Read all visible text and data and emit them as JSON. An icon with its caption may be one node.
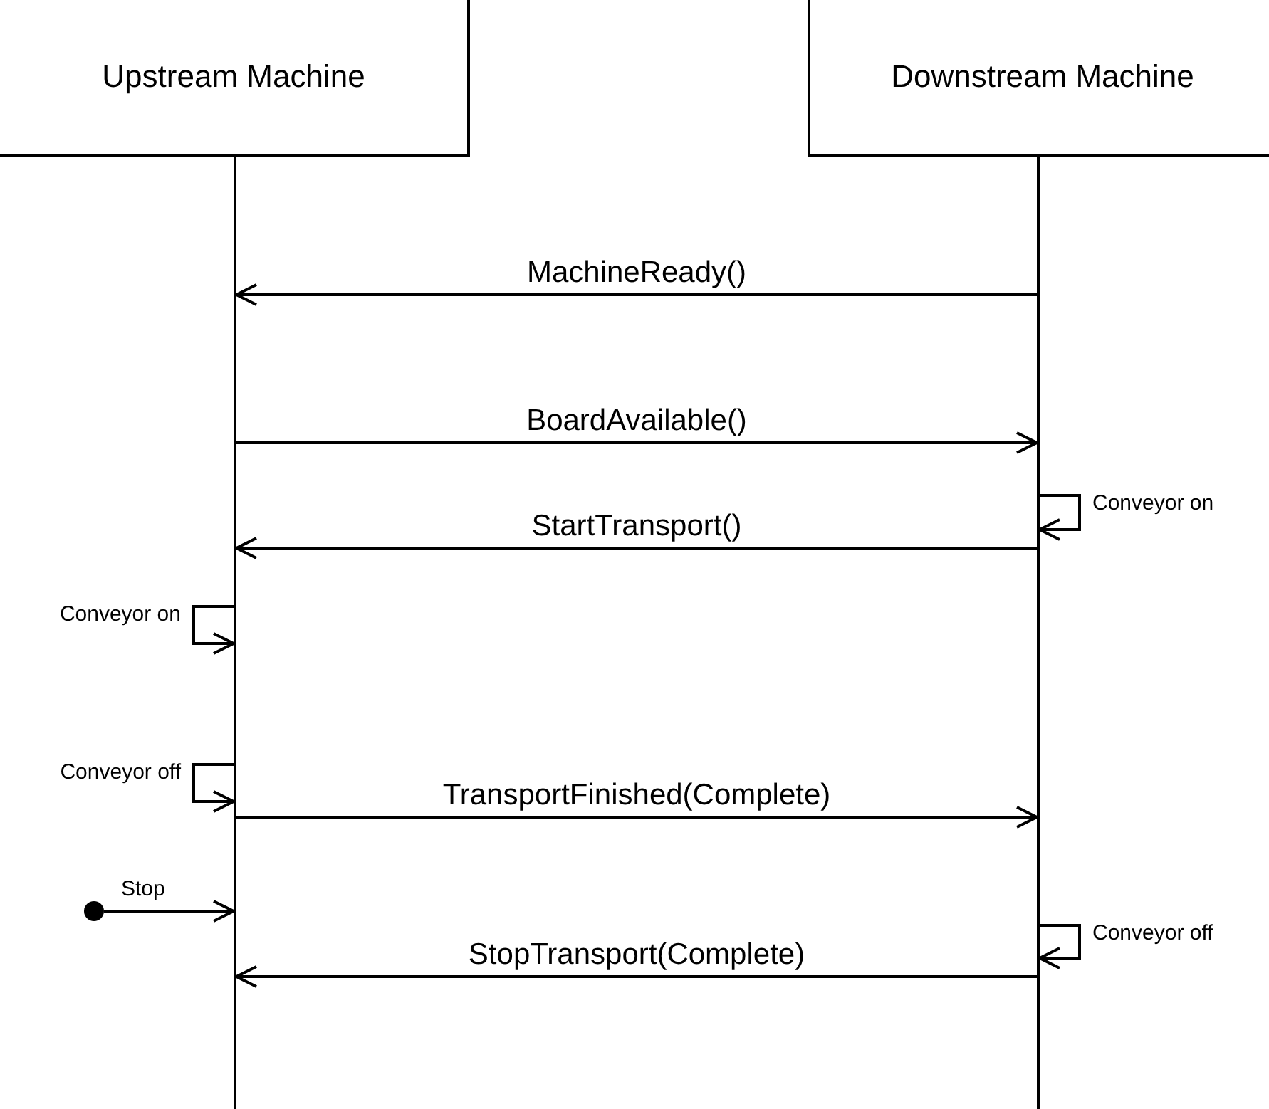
{
  "diagram": {
    "nodes": [
      {
        "text": [
          "Upstream Machine"
        ]
      },
      {
        "text": [
          "Downstream Machine"
        ]
      },
      {
        "text": [],
        "shape": "bar"
      },
      {
        "text": [],
        "shape": "bar"
      },
      {
        "text": [],
        "shape": "circle"
      }
    ],
    "edges": [
      {
        "from": 3,
        "to": 2,
        "arrow": "to",
        "label": "MachineReady()"
      },
      {
        "from": 2,
        "to": 3,
        "arrow": "to",
        "label": "BoardAvailable()"
      },
      {
        "from": 3,
        "to": 3,
        "arrow": "to",
        "label": "Conveyor on"
      },
      {
        "from": 3,
        "to": 2,
        "arrow": "to",
        "label": "StartTransport()"
      },
      {
        "from": 2,
        "to": 2,
        "arrow": "to",
        "label": "Conveyor on"
      },
      {
        "from": 2,
        "to": 2,
        "arrow": "to",
        "label": "Conveyor off"
      },
      {
        "from": 2,
        "to": 3,
        "arrow": "to",
        "label": "TransportFinished(Complete)"
      },
      {
        "from": 4,
        "to": 2,
        "arrow": "to",
        "label": "Stop"
      },
      {
        "from": 3,
        "to": 3,
        "arrow": "to",
        "label": "Conveyor off"
      },
      {
        "from": 3,
        "to": 2,
        "arrow": "to",
        "label": "StopTransport(Complete)"
      }
    ]
  }
}
